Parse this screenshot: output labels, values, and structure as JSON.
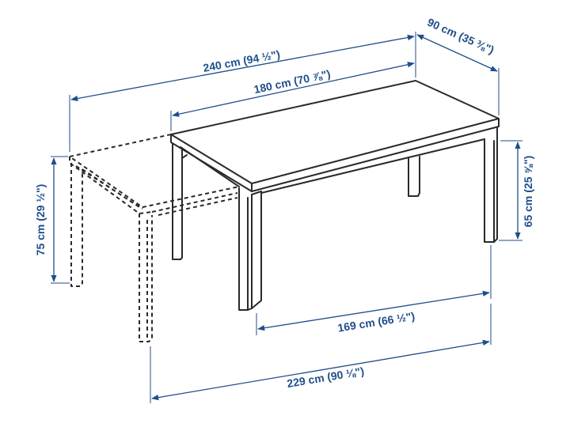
{
  "dimensions": {
    "length_extended": "240 cm (94 ½\")",
    "length_closed": "180 cm (70 ⅞\")",
    "width": "90 cm (35 ⅜\")",
    "height": "75 cm (29 ½\")",
    "knee_clearance_height": "65 cm (25 ⅝\")",
    "between_legs_closed": "169 cm (66 ½\")",
    "between_legs_extended": "229 cm (90 ⅛\")"
  },
  "colors": {
    "dimension": "#1f4e8c",
    "outline": "#2a2a2a"
  }
}
